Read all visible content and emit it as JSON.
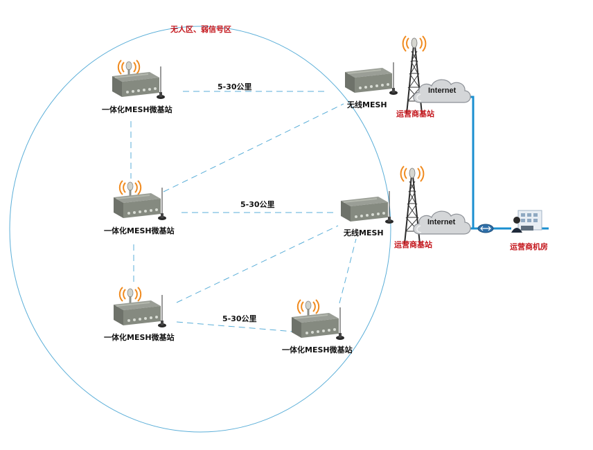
{
  "zone_label": "无人区、弱信号区",
  "distance_label": "5-30公里",
  "nodes": {
    "mesh_base_station_label": "一体化MESH微基站",
    "wireless_mesh_label": "无线MESH",
    "operator_base_station_label": "运营商基站",
    "operator_room_label": "运营商机房",
    "internet_label": "Internet"
  },
  "colors": {
    "zone_circle": "#5aaed8",
    "red_label": "#c4161c",
    "backbone_link": "#1a8fd0",
    "dashed_link": "#5aaed8"
  },
  "icons": [
    "mesh-device-icon",
    "signal-waves-icon",
    "antenna-icon",
    "tower-icon",
    "cloud-icon",
    "switch-icon",
    "server-room-icon"
  ]
}
